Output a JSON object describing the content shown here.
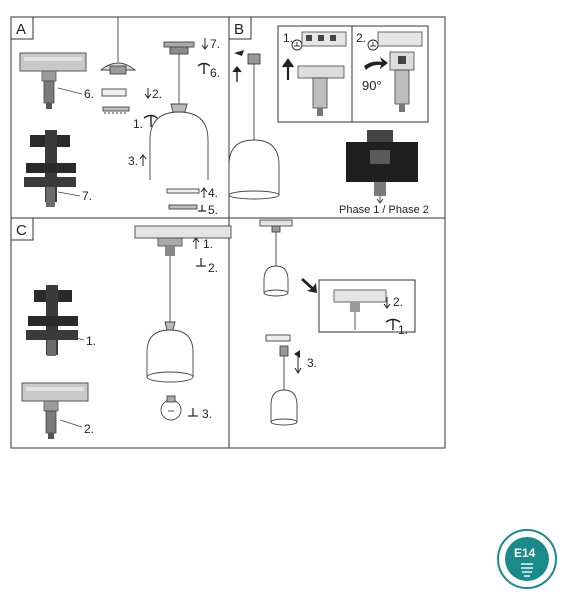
{
  "panels": {
    "a": {
      "letter": "A"
    },
    "b": {
      "letter": "B"
    },
    "c": {
      "letter": "C"
    }
  },
  "panel_a": {
    "steps": [
      "7.",
      "6.",
      "2.",
      "1.",
      "3.",
      "6.",
      "7.",
      "4.",
      "5."
    ]
  },
  "panel_b": {
    "inset_step_1": "1.",
    "inset_step_2": "2.",
    "rotation": "90°",
    "phase_caption": "Phase 1 / Phase 2"
  },
  "panel_c": {
    "steps": [
      "1.",
      "2.",
      "1.",
      "2.",
      "3."
    ]
  },
  "panel_d": {
    "steps": [
      "2.",
      "1.",
      "3."
    ]
  },
  "badge": {
    "label": "E14",
    "color": "#1a8a8a"
  },
  "icons": [
    "ground-symbol-icon",
    "rotate-arrow-icon",
    "bulb-icon"
  ]
}
